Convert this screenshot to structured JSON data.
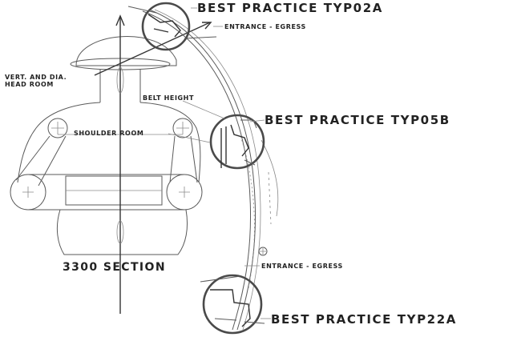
{
  "labels": {
    "typ02a": "BEST PRACTICE TYP02A",
    "typ05b": "BEST PRACTICE TYP05B",
    "typ22a": "BEST PRACTICE TYP22A",
    "entrance_top": "ENTRANCE - EGRESS",
    "entrance_bottom": "ENTRANCE - EGRESS",
    "head_room_line1": "VERT. AND DIA.",
    "head_room_line2": "HEAD ROOM",
    "belt_height": "BELT HEIGHT",
    "shoulder_room": "SHOULDER ROOM",
    "section": "3300 SECTION"
  },
  "colors": {
    "line": "#5a5a5a",
    "text": "#222222",
    "background": "#ffffff"
  }
}
